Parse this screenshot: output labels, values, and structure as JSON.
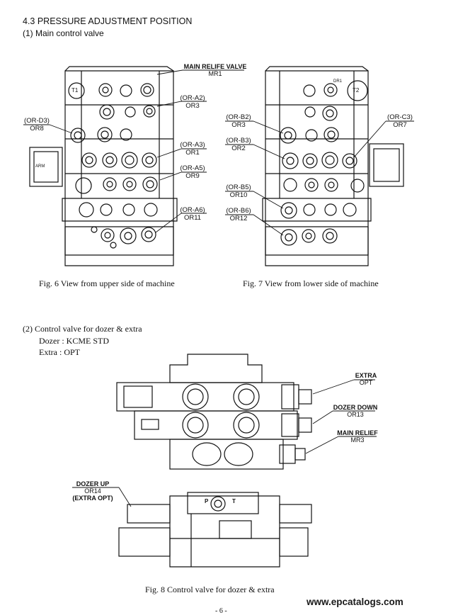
{
  "section": {
    "title": "4.3  PRESSURE ADJUSTMENT POSITION",
    "sub1": "(1)   Main control valve",
    "sub2": "(2)   Control valve for dozer & extra",
    "dozer": "Dozer : KCME STD",
    "extra": "Extra : OPT"
  },
  "fig6": {
    "caption": "Fig. 6    View from upper side of machine",
    "labels": {
      "mr1_a": "MAIN RELIFE VALVE",
      "mr1_b": "MR1",
      "a2_a": "(OR-A2)",
      "a2_b": "OR3",
      "d3_a": "(OR-D3)",
      "d3_b": "OR8",
      "a3_a": "(OR-A3)",
      "a3_b": "OR1",
      "a5_a": "(OR-A5)",
      "a5_b": "OR9",
      "a6_a": "(OR-A6)",
      "a6_b": "OR11"
    },
    "ports": {
      "t1": "T1",
      "arm": "ARM"
    }
  },
  "fig7": {
    "caption": "Fig. 7    View from lower side of machine",
    "labels": {
      "b2_a": "(OR-B2)",
      "b2_b": "OR3",
      "c3_a": "(OR-C3)",
      "c3_b": "OR7",
      "b3_a": "(OR-B3)",
      "b3_b": "OR2",
      "b5_a": "(OR-B5)",
      "b5_b": "OR10",
      "b6_a": "(OR-B6)",
      "b6_b": "OR12"
    },
    "ports": {
      "t2": "T2",
      "dr1": "DR1"
    }
  },
  "fig8": {
    "caption": "Fig. 8    Control valve for dozer & extra",
    "labels": {
      "extra_a": "EXTRA",
      "extra_b": "OPT",
      "dd_a": "DOZER DOWN",
      "dd_b": "OR13",
      "mr_a": "MAIN RELIEF",
      "mr_b": "MR3",
      "du_a": "DOZER UP",
      "du_b": "OR14",
      "du_c": "(EXTRA OPT)"
    },
    "ports": {
      "p": "P",
      "t": "T"
    }
  },
  "footer": {
    "site": "www.epcatalogs.com",
    "page": "- 6 -"
  }
}
